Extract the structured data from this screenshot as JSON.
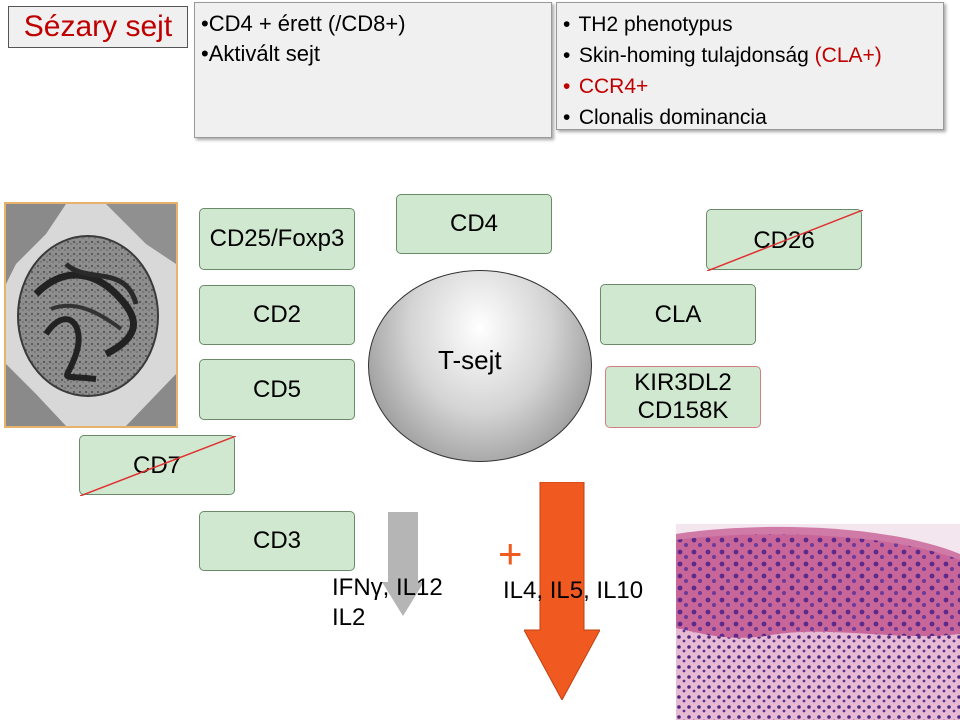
{
  "title": "Sézary sejt",
  "box_left": {
    "items": [
      "•CD4 + érett (/CD8+)",
      "•Aktivált sejt"
    ]
  },
  "box_right": {
    "item1": "TH2 phenotypus",
    "item2_black": "Skin-homing tulajdonság",
    "item2_red": "(CLA+)",
    "item3": "CCR4+",
    "item4": "Clonalis dominancia",
    "bullet": "•"
  },
  "markers": {
    "cd25": "CD25/Foxp3",
    "cd4": "CD4",
    "cd26": "CD26",
    "cd2": "CD2",
    "cla": "CLA",
    "cd5": "CD5",
    "kir_line1": "KIR3DL2",
    "kir_line2": "CD158K",
    "cd7": "CD7",
    "cd3": "CD3"
  },
  "center_cell": "T-sejt",
  "cytokines": {
    "th1_line1": "IFNγ, IL12",
    "th1_line2": "IL2",
    "plus": "+",
    "th2": "IL4,  IL5, IL10"
  },
  "colors": {
    "title_text": "#c00000",
    "marker_fill": "#cfe8cf",
    "strike_line": "#e03030",
    "arrow_gray": "#b5b5b5",
    "arrow_orange": "#f05a20"
  }
}
